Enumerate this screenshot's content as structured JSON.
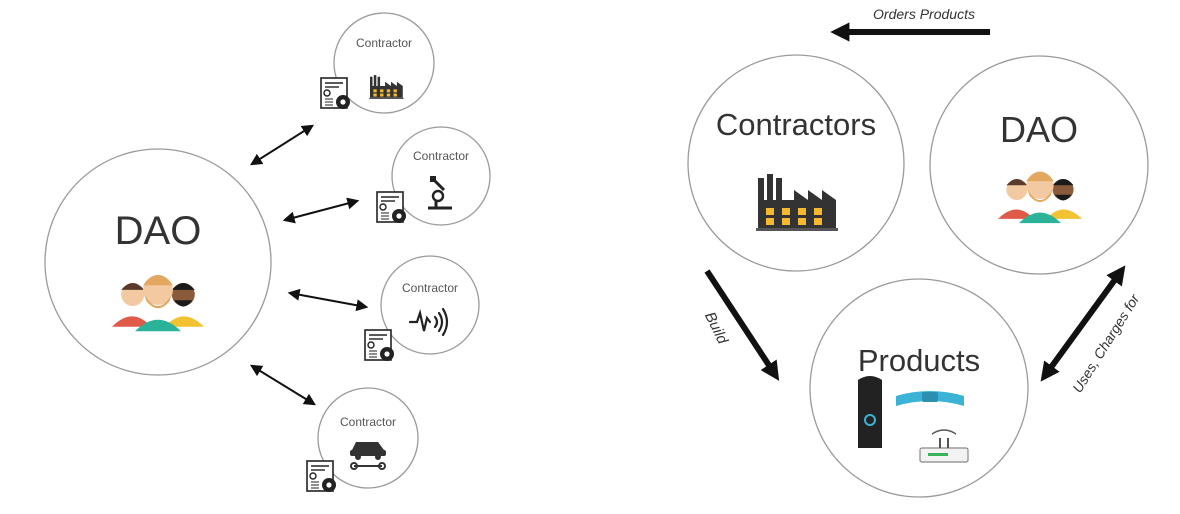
{
  "left": {
    "dao_label": "DAO",
    "contractors": [
      {
        "label": "Contractor",
        "icon": "factory-icon"
      },
      {
        "label": "Contractor",
        "icon": "microscope-icon"
      },
      {
        "label": "Contractor",
        "icon": "sensor-wave-icon"
      },
      {
        "label": "Contractor",
        "icon": "car-icon"
      }
    ],
    "contract_icon": "smart-contract-icon"
  },
  "right": {
    "contractors_label": "Contractors",
    "dao_label": "DAO",
    "products_label": "Products",
    "orders_label": "Orders Products",
    "build_label": "Build",
    "uses_label": "Uses, Charges for"
  },
  "colors": {
    "circle_stroke": "#9a9a9a",
    "arrow": "#111111",
    "skin": "#f2c9a0",
    "beard": "#e3a860",
    "shirt_green": "#2bb39a",
    "shirt_red": "#e05a4a",
    "shirt_yellow": "#f1c232",
    "factory": "#333333",
    "window": "#f5b82e",
    "band": "#3bb3d6"
  }
}
